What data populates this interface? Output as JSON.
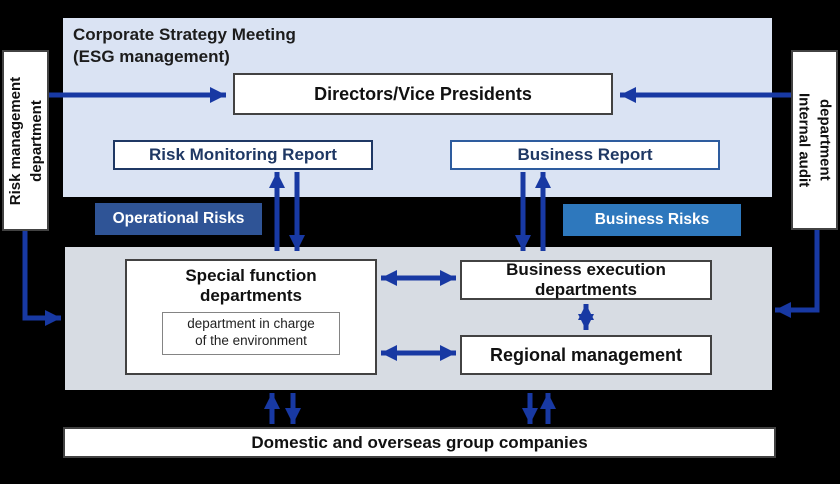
{
  "colors": {
    "background": "#000000",
    "arrow_blue": "#1839a3",
    "top_panel_bg": "#dae3f3",
    "execution_panel_bg": "#d7dce3",
    "operational_badge_bg": "#2f5496",
    "business_badge_bg": "#2e78bd",
    "report_text_navy": "#1f3864",
    "risk_report_border": "#1f3864",
    "business_report_border": "#2e5c9e",
    "box_border_gray": "#424242"
  },
  "top_panel": {
    "title": "Corporate Strategy Meeting\n(ESG management)",
    "directors": "Directors/Vice Presidents",
    "risk_monitoring_report": "Risk Monitoring Report",
    "business_report": "Business Report"
  },
  "badges": {
    "operational": "Operational Risks",
    "business": "Business Risks"
  },
  "side_panels": {
    "risk_management": "Risk management\ndepartment",
    "internal_audit": "Internal audit\ndepartment"
  },
  "execution_panel": {
    "special_function": "Special function\ndepartments",
    "environment_department": "department in charge\nof the environment",
    "business_execution": "Business execution\ndepartments",
    "regional_management": "Regional management"
  },
  "bottom_bar": {
    "group_companies": "Domestic and overseas group companies"
  }
}
